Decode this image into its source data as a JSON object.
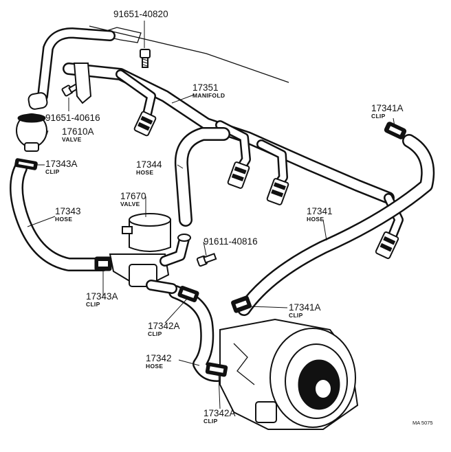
{
  "diagram": {
    "parts": [
      {
        "id": "bolt-top",
        "number": "91651-40820",
        "name": ""
      },
      {
        "id": "bolt-left",
        "number": "91651-40616",
        "name": ""
      },
      {
        "id": "manifold",
        "number": "17351",
        "name": "MANIFOLD"
      },
      {
        "id": "clip-right-top",
        "number": "17341A",
        "name": "CLIP"
      },
      {
        "id": "valve-17610a",
        "number": "17610A",
        "name": "VALVE"
      },
      {
        "id": "clip-left-top",
        "number": "17343A",
        "name": "CLIP"
      },
      {
        "id": "hose-17344",
        "number": "17344",
        "name": "HOSE"
      },
      {
        "id": "valve-17670",
        "number": "17670",
        "name": "VALVE"
      },
      {
        "id": "hose-17343",
        "number": "17343",
        "name": "HOSE"
      },
      {
        "id": "hose-17341",
        "number": "17341",
        "name": "HOSE"
      },
      {
        "id": "bolt-mid",
        "number": "91611-40816",
        "name": ""
      },
      {
        "id": "clip-left-bottom",
        "number": "17343A",
        "name": "CLIP"
      },
      {
        "id": "clip-right-bottom",
        "number": "17341A",
        "name": "CLIP"
      },
      {
        "id": "clip-lower-1",
        "number": "17342A",
        "name": "CLIP"
      },
      {
        "id": "hose-17342",
        "number": "17342",
        "name": "HOSE"
      },
      {
        "id": "clip-lower-2",
        "number": "17342A",
        "name": "CLIP"
      }
    ],
    "drawing_code": "MA 5075"
  }
}
